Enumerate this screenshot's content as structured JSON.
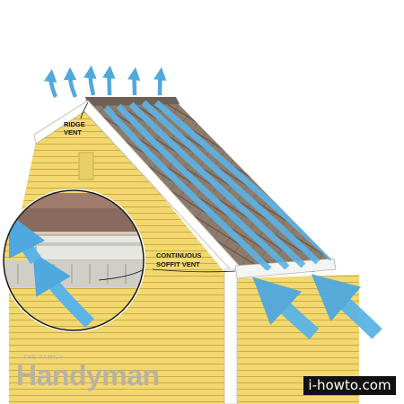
{
  "labels": {
    "ridge_vent_line1": "RIDGE",
    "ridge_vent_line2": "VENT",
    "soffit_line1": "CONTINUOUS",
    "soffit_line2": "SOFFIT VENT"
  },
  "branding": {
    "small": "THE FAMILY",
    "big": "Handyman",
    "credit": "i-howto.com"
  },
  "colors": {
    "siding": "#f2d86e",
    "siding_line": "#c9ad48",
    "shingle": "#8e7b6c",
    "shingle_dark": "#5e4f45",
    "trim": "#ffffff",
    "airflow": "#5bb4e5",
    "airflow_dark": "#2e8fcb"
  }
}
